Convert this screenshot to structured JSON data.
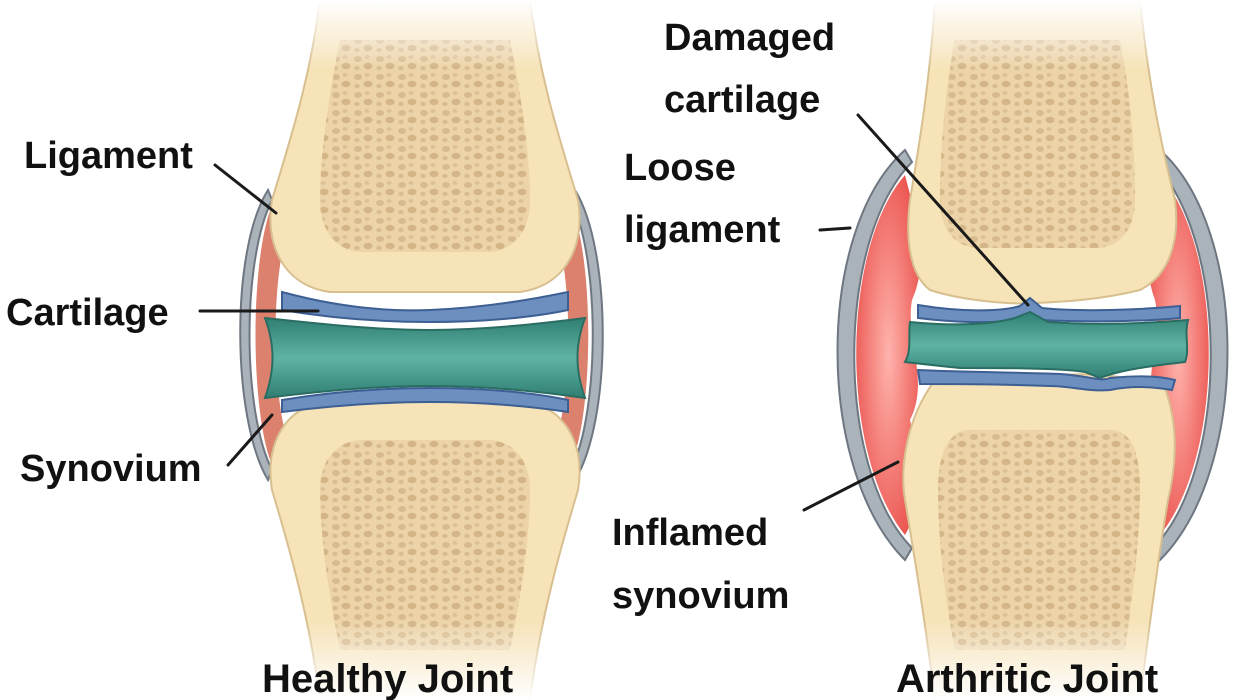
{
  "diagram": {
    "healthy": {
      "caption": "Healthy Joint",
      "labels": {
        "ligament": "Ligament",
        "cartilage": "Cartilage",
        "synovium": "Synovium"
      }
    },
    "arthritic": {
      "caption": "Arthritic Joint",
      "labels": {
        "damaged_cartilage_line1": "Damaged",
        "damaged_cartilage_line2": "cartilage",
        "loose_ligament_line1": "Loose",
        "loose_ligament_line2": "ligament",
        "inflamed_synovium_line1": "Inflamed",
        "inflamed_synovium_line2": "synovium"
      }
    },
    "colors": {
      "bone_shell": "#f6e3b8",
      "bone_marrow": "#e7cda2",
      "cartilage_fluid": "#3f9c8c",
      "cartilage_lining": "#6c8fc0",
      "synovium_healthy": "#d9735f",
      "synovium_inflamed": "#ef6a64",
      "capsule": "#9aa3ad"
    }
  }
}
